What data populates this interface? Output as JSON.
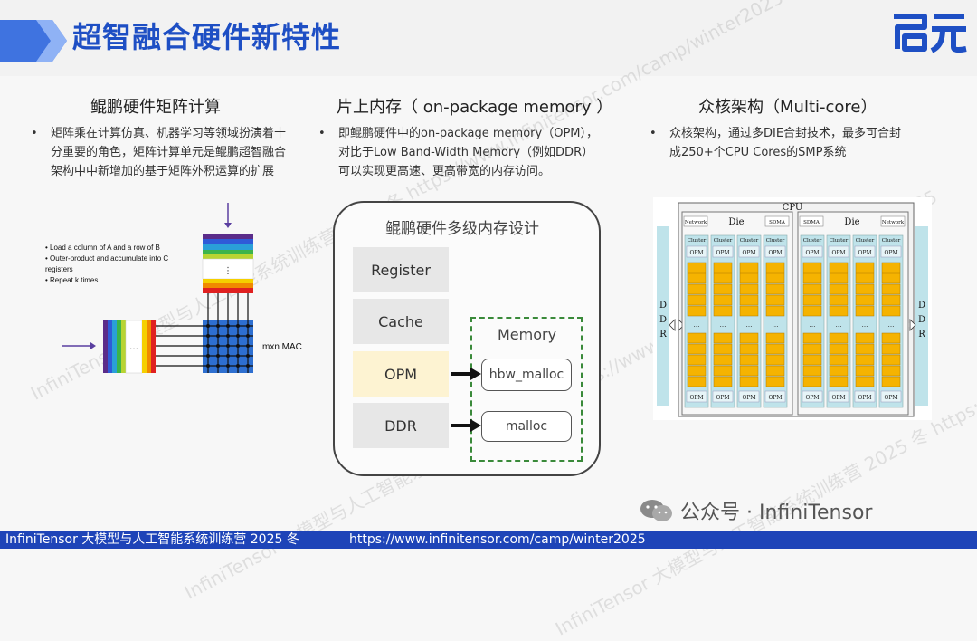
{
  "slide": {
    "title": "超智融合硬件新特性",
    "logo_text": "启元"
  },
  "left": {
    "heading": "鲲鹏硬件矩阵计算",
    "bullet_lines": [
      "矩阵乘在计算仿真、机器学习等领域扮演着十",
      "分重要的角色，矩阵计算单元是鲲鹏超智融合",
      "架构中中新增加的基于矩阵外积运算的扩展"
    ],
    "diagram_notes": [
      "• Load a column of A and a row of B",
      "• Outer-product and accumulate into C",
      "   registers",
      "• Repeat k times"
    ],
    "dots": "⋮",
    "dots_h": "…",
    "mac_label": "mxn MAC"
  },
  "middle": {
    "heading": "片上内存（ on-package memory ）",
    "bullet_lines": [
      "即鲲鹏硬件中的on-package memory（OPM），",
      "对比于Low Band-Width Memory（例如DDR）",
      "可以实现更高速、更高带宽的内存访问。"
    ],
    "box_title": "鲲鹏硬件多级内存设计",
    "levels": [
      "Register",
      "Cache",
      "OPM",
      "DDR"
    ],
    "memory_title": "Memory",
    "memory_items": [
      "hbw_malloc",
      "malloc"
    ]
  },
  "right": {
    "heading": "众核架构（Multi-core）",
    "bullet_lines": [
      "众核架构，通过多DIE合封技术，最多可合封",
      "成250+个CPU Cores的SMP系统"
    ],
    "cpu_label": "CPU",
    "die_label": "Die",
    "network_label": "Network",
    "sdma_label": "SDMA",
    "cluster_label": "Cluster",
    "opm_label": "OPM",
    "ddr_letters": [
      "D",
      "D",
      "R"
    ],
    "ellipsis": "…"
  },
  "bullet_char": "•",
  "wechat": {
    "text": "公众号 · InfiniTensor"
  },
  "footer": {
    "left": "InfiniTensor 大模型与人工智能系统训练营 2025 冬",
    "url": "https://www.infinitensor.com/camp/winter2025"
  },
  "watermark": "InfiniTensor 大模型与人工智能系统训练营 2025 冬  https://www.infinitensor.com/camp/winter2025",
  "colors": {
    "title_blue": "#1e4fc4",
    "footer_blue": "#1e44b8",
    "opm_yellow": "#fdf3d2",
    "core_orange": "#f5b300",
    "cluster_teal": "#bfe3ea"
  }
}
